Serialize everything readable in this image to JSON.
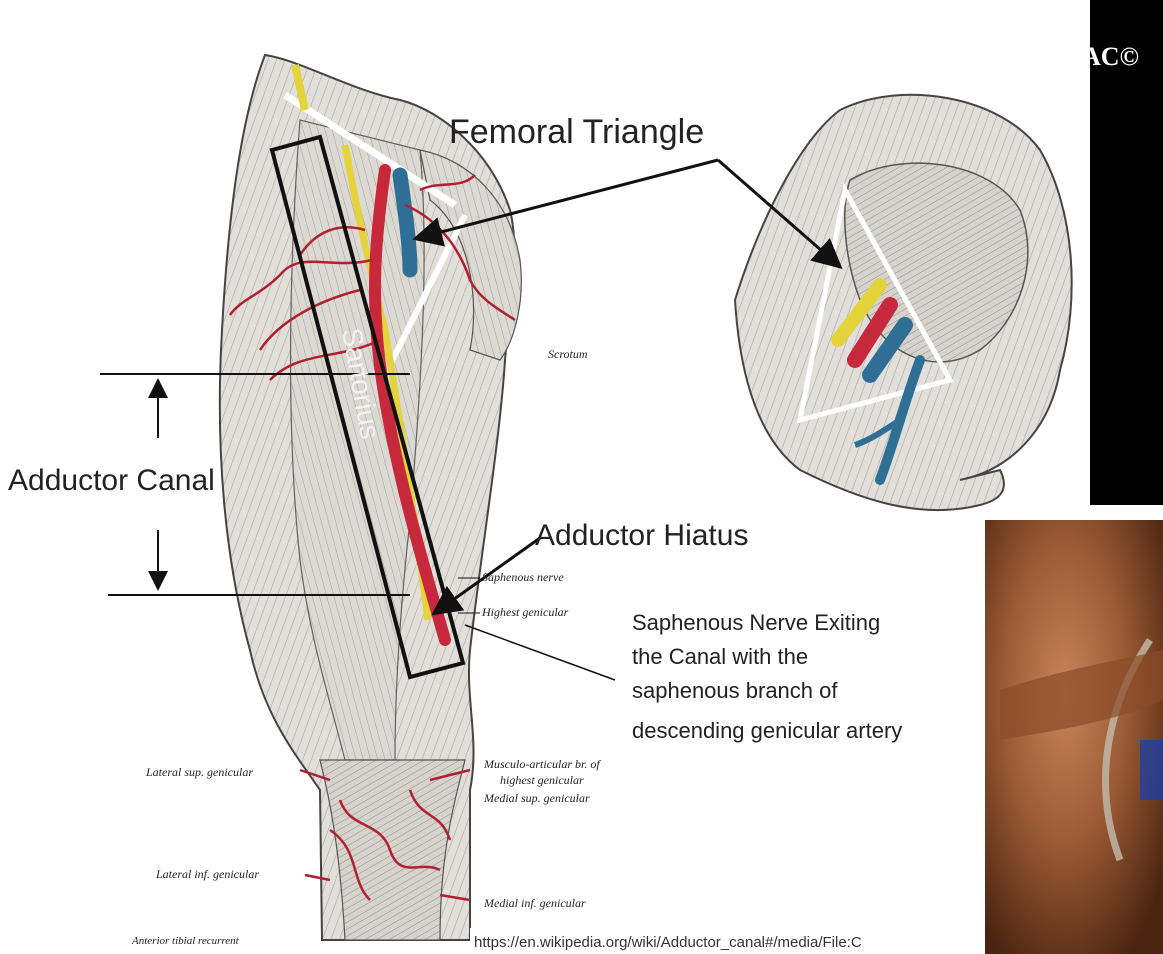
{
  "labels": {
    "femoral_triangle": "Femoral Triangle",
    "adductor_canal": "Adductor Canal",
    "adductor_hiatus": "Adductor Hiatus",
    "sartorius": "Sartorius",
    "scrotum": "Scrotum",
    "saphenous_nerve_exit": [
      "Saphenous Nerve Exiting",
      "the Canal with the",
      "saphenous branch of",
      "descending genicular artery"
    ]
  },
  "small_labels": {
    "saphenous_nerve": "Saphenous nerve",
    "highest_genicular": "Highest genicular",
    "musculo_articular_1": "Musculo-articular br. of",
    "musculo_articular_2": "highest genicular",
    "medial_sup_genicular": "Medial sup. genicular",
    "lateral_sup_genicular": "Lateral sup. genicular",
    "lateral_inf_genicular": "Lateral inf. genicular",
    "medial_inf_genicular": "Medial inf. genicular",
    "anterior_tibial_recurrent": "Anterior tibial recurrent"
  },
  "source_url": "https://en.wikipedia.org/wiki/Adductor_canal#/media/File:C",
  "watermark": "AC©",
  "colors": {
    "artery": "#c8283c",
    "vein": "#2f6f96",
    "nerve": "#e4d33a",
    "muscle": "#d9d6d0",
    "outline": "#111111"
  }
}
